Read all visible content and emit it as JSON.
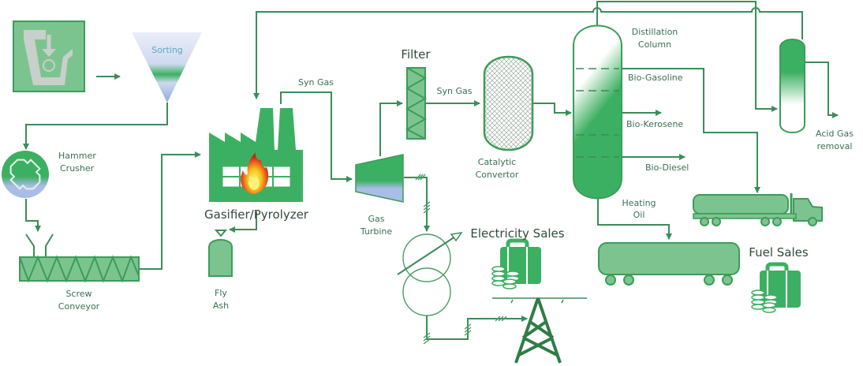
{
  "title": "Biomass Gasification / Pyrolysis Process Flow",
  "colors": {
    "primary_green": "#3cb062",
    "light_green": "#7cc48f",
    "line_green": "#3c8c5a",
    "dark_green": "#2e7d45",
    "blue_tint": "#a9bde6",
    "flame_red": "#d9291c",
    "flame_yellow": "#f6d21b"
  },
  "labels": {
    "sorting": "Sorting",
    "hammer_crusher": [
      "Hammer",
      "Crusher"
    ],
    "screw_conveyor": [
      "Screw",
      "Conveyor"
    ],
    "gasifier": "Gasifier/Pyrolyzer",
    "fly_ash": [
      "Fly",
      "Ash"
    ],
    "syn_gas_1": "Syn Gas",
    "syn_gas_2": "Syn Gas",
    "filter": "Filter",
    "gas_turbine": [
      "Gas",
      "Turbine"
    ],
    "catalytic_convertor": [
      "Catalytic",
      "Convertor"
    ],
    "distillation_column": [
      "Distillation",
      "Column"
    ],
    "bio_gasoline": "Bio-Gasoline",
    "bio_kerosene": "Bio-Kerosene",
    "bio_diesel": "Bio-Diesel",
    "heating_oil": [
      "Heating",
      "Oil"
    ],
    "acid_gas_removal": [
      "Acid Gas",
      "removal"
    ],
    "electricity_sales": "Electricity Sales",
    "fuel_sales": "Fuel Sales"
  },
  "icons": {
    "feed_hopper": "biomass-feed-icon",
    "sorting": "sorting-funnel-icon",
    "hammer_crusher": "hammer-crusher-icon",
    "screw_conveyor": "screw-conveyor-icon",
    "gasifier": "factory-icon",
    "flame": "flame-icon",
    "fly_ash": "fly-ash-tank-icon",
    "filter": "filter-icon",
    "gas_turbine": "gas-turbine-icon",
    "catalytic_convertor": "catalytic-convertor-icon",
    "distillation_column": "distillation-column-icon",
    "acid_gas": "acid-gas-scrubber-icon",
    "tanker_truck": "tanker-truck-icon",
    "rail_tanker": "rail-tank-car-icon",
    "transformer": "variable-transformer-icon",
    "transmission_tower": "transmission-tower-icon",
    "money": "money-bag-coins-icon"
  }
}
